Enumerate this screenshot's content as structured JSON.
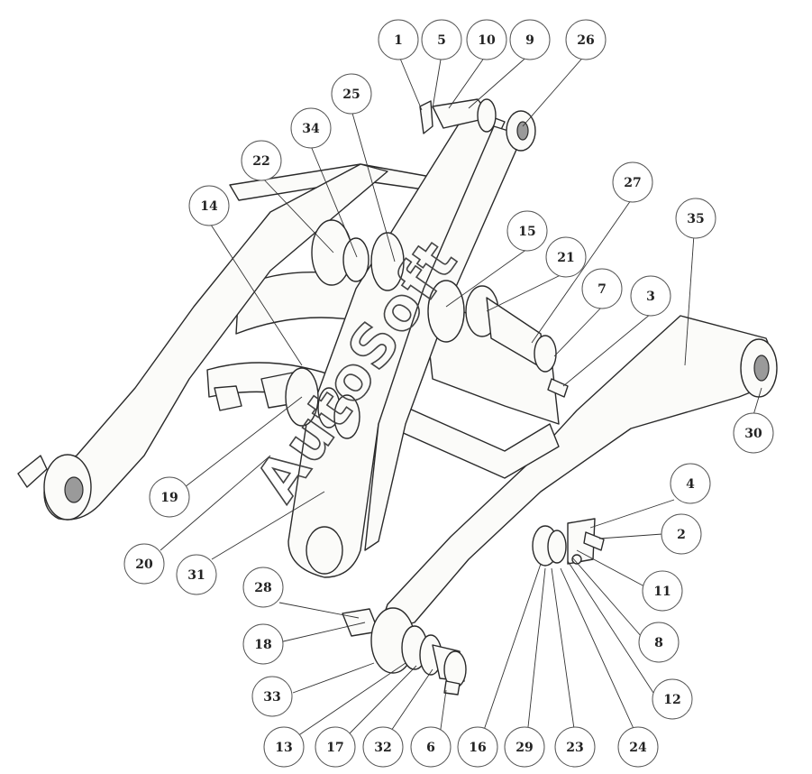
{
  "watermark": "AutoSoft",
  "callouts": [
    {
      "id": "c1",
      "label": "1"
    },
    {
      "id": "c5",
      "label": "5"
    },
    {
      "id": "c10",
      "label": "10"
    },
    {
      "id": "c9",
      "label": "9"
    },
    {
      "id": "c26",
      "label": "26"
    },
    {
      "id": "c25",
      "label": "25"
    },
    {
      "id": "c34",
      "label": "34"
    },
    {
      "id": "c22",
      "label": "22"
    },
    {
      "id": "c14",
      "label": "14"
    },
    {
      "id": "c27",
      "label": "27"
    },
    {
      "id": "c35",
      "label": "35"
    },
    {
      "id": "c15",
      "label": "15"
    },
    {
      "id": "c21",
      "label": "21"
    },
    {
      "id": "c7",
      "label": "7"
    },
    {
      "id": "c3",
      "label": "3"
    },
    {
      "id": "c30",
      "label": "30"
    },
    {
      "id": "c19",
      "label": "19"
    },
    {
      "id": "c20",
      "label": "20"
    },
    {
      "id": "c31",
      "label": "31"
    },
    {
      "id": "c4",
      "label": "4"
    },
    {
      "id": "c2",
      "label": "2"
    },
    {
      "id": "c11",
      "label": "11"
    },
    {
      "id": "c8",
      "label": "8"
    },
    {
      "id": "c12",
      "label": "12"
    },
    {
      "id": "c28",
      "label": "28"
    },
    {
      "id": "c18",
      "label": "18"
    },
    {
      "id": "c33",
      "label": "33"
    },
    {
      "id": "c13",
      "label": "13"
    },
    {
      "id": "c17",
      "label": "17"
    },
    {
      "id": "c32",
      "label": "32"
    },
    {
      "id": "c6",
      "label": "6"
    },
    {
      "id": "c16",
      "label": "16"
    },
    {
      "id": "c29",
      "label": "29"
    },
    {
      "id": "c23",
      "label": "23"
    },
    {
      "id": "c24",
      "label": "24"
    }
  ]
}
